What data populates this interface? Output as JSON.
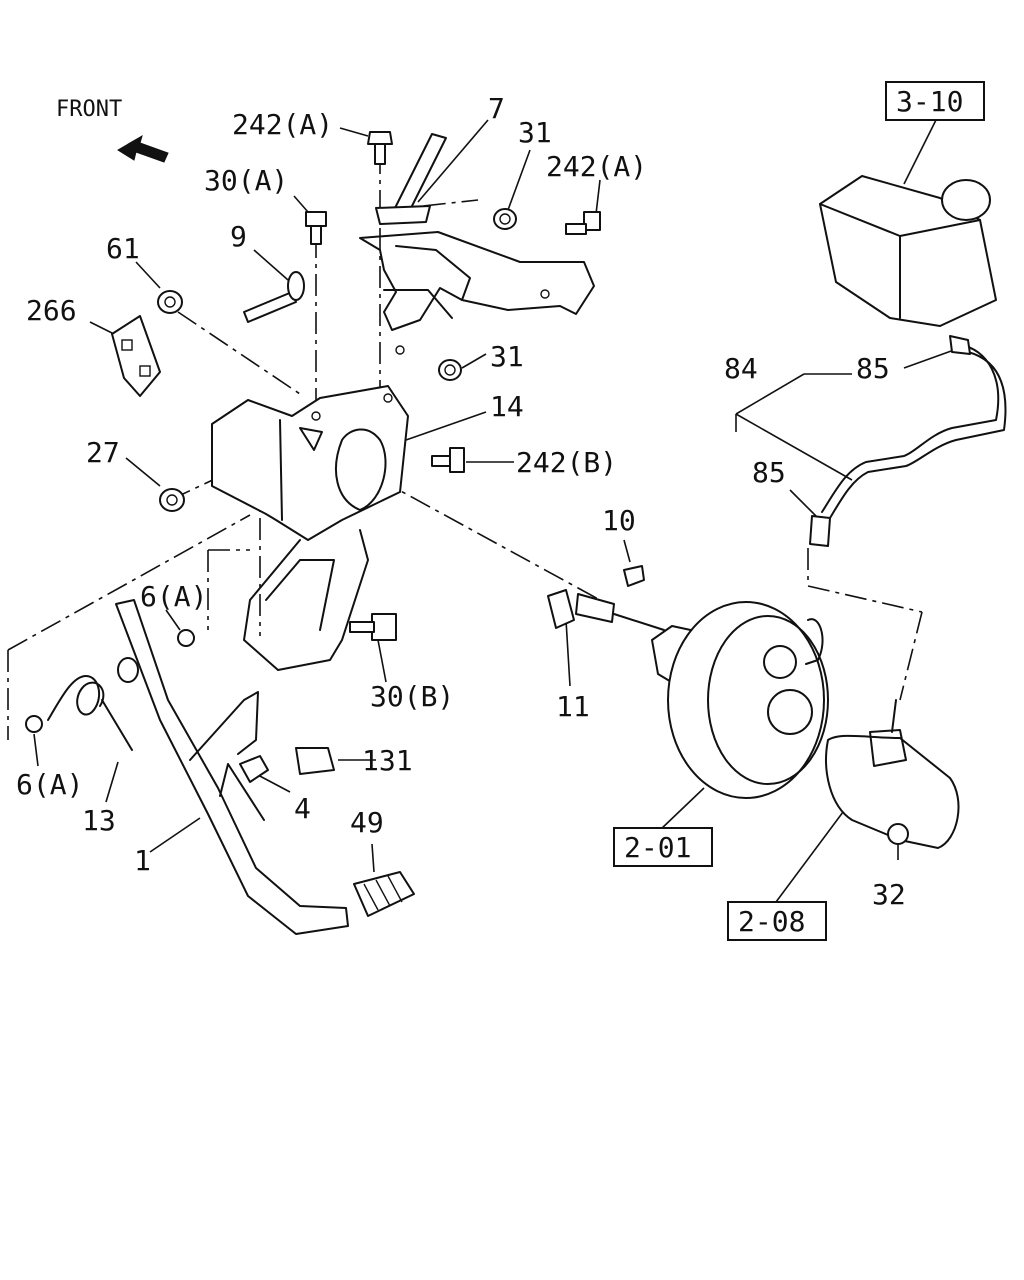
{
  "orientation": {
    "label": "FRONT"
  },
  "callouts": {
    "c242a_top": "242(A)",
    "c7": "7",
    "c31_top": "31",
    "c242a_right": "242(A)",
    "c30a": "30(A)",
    "c9": "9",
    "c61": "61",
    "c266": "266",
    "c31_mid": "31",
    "c14": "14",
    "c27": "27",
    "c242b": "242(B)",
    "c10": "10",
    "c6a_mid": "6(A)",
    "c11": "11",
    "c30b": "30(B)",
    "c6a_low": "6(A)",
    "c13": "13",
    "c131": "131",
    "c4": "4",
    "c49": "49",
    "c1": "1",
    "c84": "84",
    "c85_top": "85",
    "c85_mid": "85",
    "c32": "32"
  },
  "references": {
    "r3_10": "3-10",
    "r2_01": "2-01",
    "r2_08": "2-08"
  }
}
